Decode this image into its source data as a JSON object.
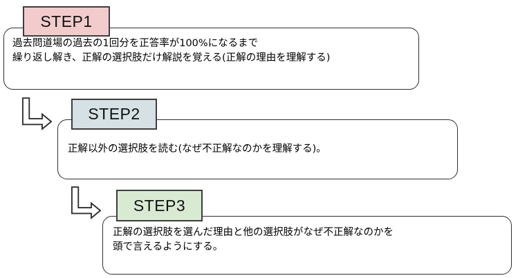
{
  "diagram": {
    "background_color": "#ffffff",
    "outline_color": "#2e2e2e",
    "steps": [
      {
        "label": "STEP1",
        "header_color": "#f2cccc",
        "lines": [
          "過去問道場の過去の1回分を正答率が100%になるまで",
          "繰り返し解き、正解の選択肢だけ解説を覚える(正解の理由を理解する)"
        ]
      },
      {
        "label": "STEP2",
        "header_color": "#d5e1e4",
        "lines": [
          "正解以外の選択肢を読む(なぜ不正解なのかを理解する)。"
        ]
      },
      {
        "label": "STEP3",
        "header_color": "#d9ead3",
        "lines": [
          "正解の選択肢を選んだ理由と他の選択肢がなぜ不正解なのかを",
          "頭で言えるようにする。"
        ]
      }
    ],
    "connectors": [
      {
        "icon": "elbow-arrow-icon",
        "from": "STEP1",
        "to": "STEP2"
      },
      {
        "icon": "elbow-arrow-icon",
        "from": "STEP2",
        "to": "STEP3"
      }
    ]
  }
}
